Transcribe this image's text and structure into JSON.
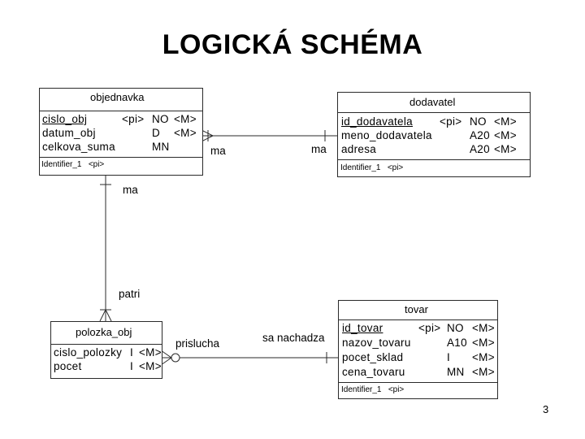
{
  "title": "LOGICKÁ SCHÉMA",
  "page_number": "3",
  "entities": {
    "objednavka": {
      "name": "objednavka",
      "attributes": [
        {
          "name": "cislo_obj",
          "spec": "<pi>",
          "type": "NO",
          "req": "<M>"
        },
        {
          "name": "datum_obj",
          "spec": "",
          "type": "D",
          "req": "<M>"
        },
        {
          "name": "celkova_suma",
          "spec": "",
          "type": "MN",
          "req": ""
        }
      ],
      "identifier": "Identifier_1   <pi>"
    },
    "dodavatel": {
      "name": "dodavatel",
      "attributes": [
        {
          "name": "id_dodavatela",
          "spec": "<pi>",
          "type": "NO",
          "req": "<M>"
        },
        {
          "name": "meno_dodavatela",
          "spec": "",
          "type": "A20",
          "req": "<M>"
        },
        {
          "name": "adresa",
          "spec": "",
          "type": "A20",
          "req": "<M>"
        }
      ],
      "identifier": "Identifier_1   <pi>"
    },
    "polozka_obj": {
      "name": "polozka_obj",
      "attributes": [
        {
          "name": "cislo_polozky",
          "spec": "",
          "type": "I",
          "req": "<M>"
        },
        {
          "name": "pocet",
          "spec": "",
          "type": "I",
          "req": "<M>"
        }
      ]
    },
    "tovar": {
      "name": "tovar",
      "attributes": [
        {
          "name": "id_tovar",
          "spec": "<pi>",
          "type": "NO",
          "req": "<M>"
        },
        {
          "name": "nazov_tovaru",
          "spec": "",
          "type": "A10",
          "req": "<M>"
        },
        {
          "name": "pocet_sklad",
          "spec": "",
          "type": "I",
          "req": "<M>"
        },
        {
          "name": "cena_tovaru",
          "spec": "",
          "type": "MN",
          "req": "<M>"
        }
      ],
      "identifier": "Identifier_1   <pi>"
    }
  },
  "relationships": {
    "objednavka_dodavatel": {
      "label_left": "ma",
      "label_right": "ma"
    },
    "objednavka_polozka": {
      "label_top": "ma",
      "label_bottom": "patri"
    },
    "polozka_tovar": {
      "label_left": "prislucha",
      "label_right": "sa nachadza"
    }
  }
}
